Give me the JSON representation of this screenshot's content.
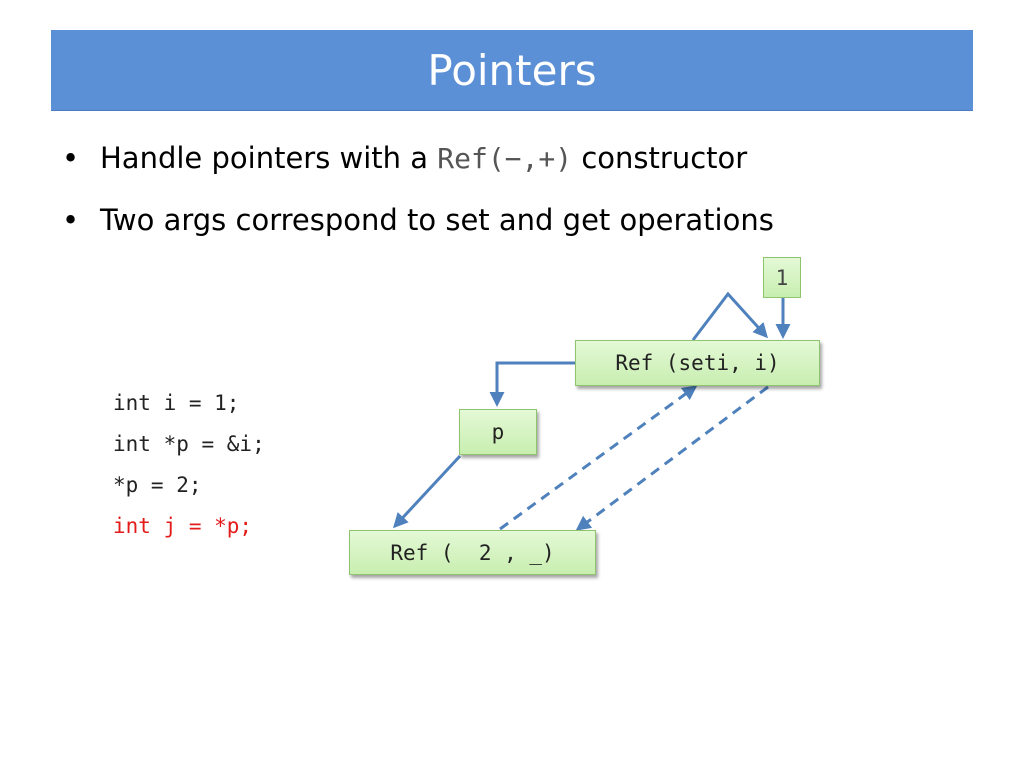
{
  "title": "Pointers",
  "bullets": [
    {
      "before": "Handle pointers with a ",
      "code": "Ref(−,+)",
      "after": " constructor"
    },
    {
      "text": "Two args correspond to set and get operations"
    }
  ],
  "bullet_symbol": "•",
  "code_lines": [
    "int i = 1;",
    "int *p = &i;",
    "*p = 2;",
    "int j = *p;"
  ],
  "nodes": {
    "value": "1",
    "ref_i": "Ref (seti, i)",
    "p": "p",
    "ref_p": "Ref (  2 , _)"
  },
  "colors": {
    "title_bar": "#5b8fd6",
    "box_fill": "#d5f3c2",
    "box_border": "#8fc46f",
    "arrow": "#4f81bd",
    "highlight_code": "#e31b1b"
  }
}
